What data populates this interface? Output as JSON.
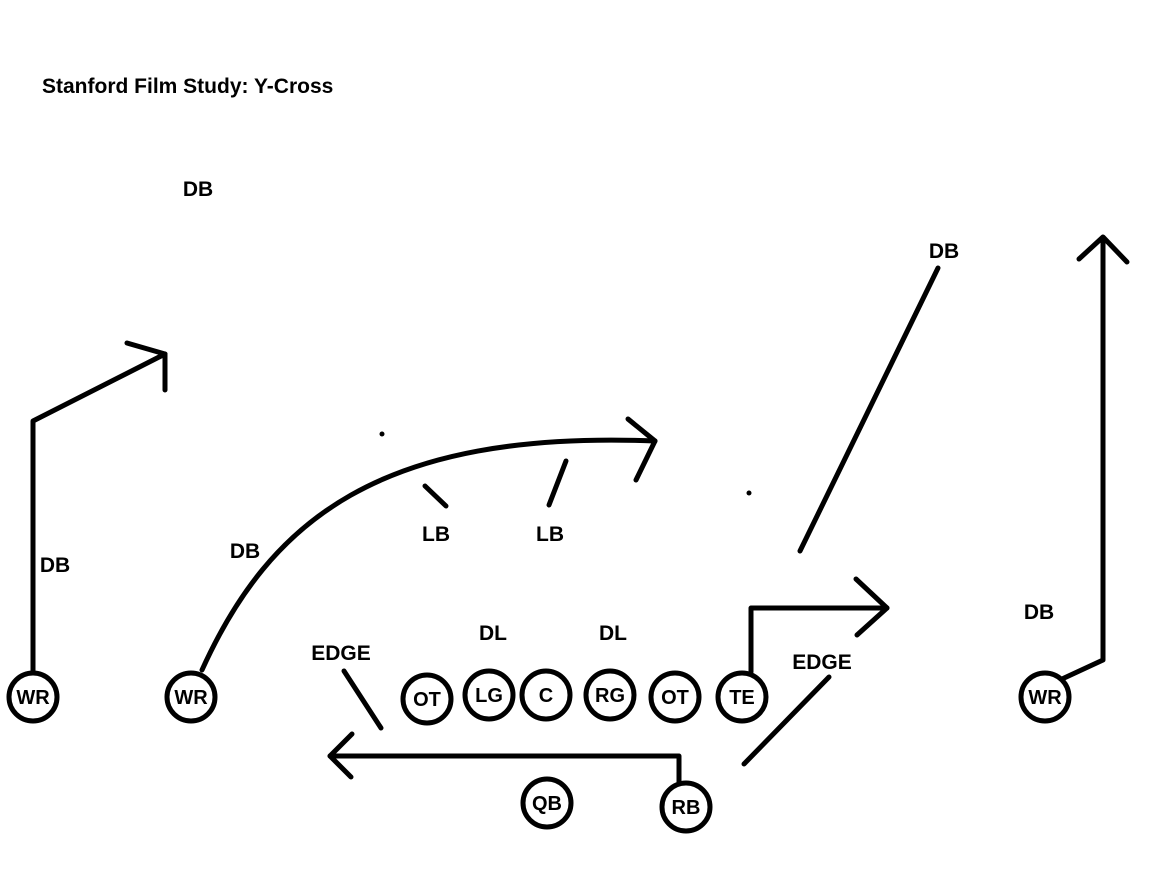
{
  "title": "Stanford Film Study: Y-Cross",
  "defense": [
    {
      "label": "DB"
    },
    {
      "label": "DB"
    },
    {
      "label": "DB"
    },
    {
      "label": "DB"
    },
    {
      "label": "LB"
    },
    {
      "label": "LB"
    },
    {
      "label": "DL"
    },
    {
      "label": "DL"
    },
    {
      "label": "EDGE"
    },
    {
      "label": "EDGE"
    },
    {
      "label": "DB"
    }
  ],
  "offense": [
    {
      "label": "WR"
    },
    {
      "label": "WR"
    },
    {
      "label": "OT"
    },
    {
      "label": "LG"
    },
    {
      "label": "C"
    },
    {
      "label": "RG"
    },
    {
      "label": "OT"
    },
    {
      "label": "TE"
    },
    {
      "label": "WR"
    },
    {
      "label": "QB"
    },
    {
      "label": "RB"
    }
  ]
}
